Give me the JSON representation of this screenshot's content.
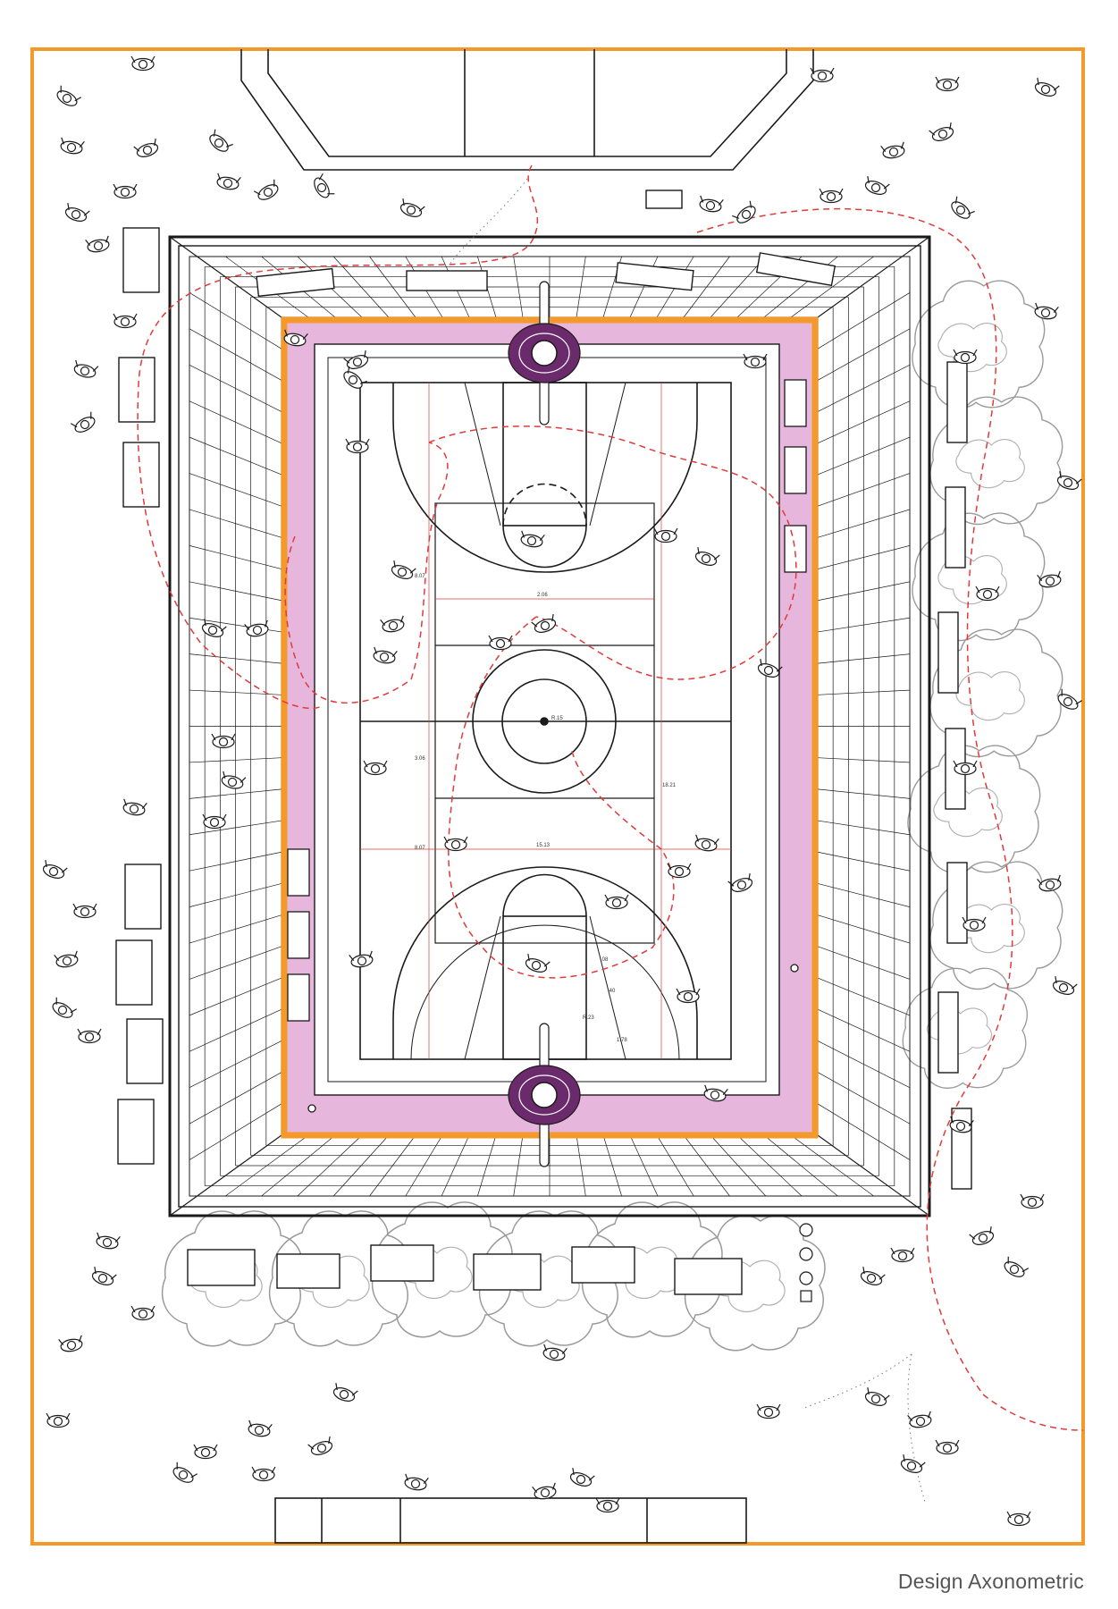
{
  "caption": "Design Axonometric",
  "colors": {
    "frame": "#f39a2a",
    "court_band": "#e7b6dc",
    "path": "#e03a3a",
    "line": "#1a1a1a",
    "tree": "#9a9a9a",
    "hoop": "#6b2a6b"
  },
  "dimensions": {
    "d1": "2.06",
    "d2": "R.15",
    "d3": "3.06",
    "d4": "18.21",
    "d5": "15.13",
    "d6": "8.07",
    "d7": "8.07",
    "d8": "R.23",
    "d9": "1.78",
    "d10": ".40",
    "d11": ".08"
  },
  "icons": [
    "person-icon",
    "tree-canopy-icon",
    "bench-icon",
    "hoop-icon",
    "bollard-icon"
  ]
}
